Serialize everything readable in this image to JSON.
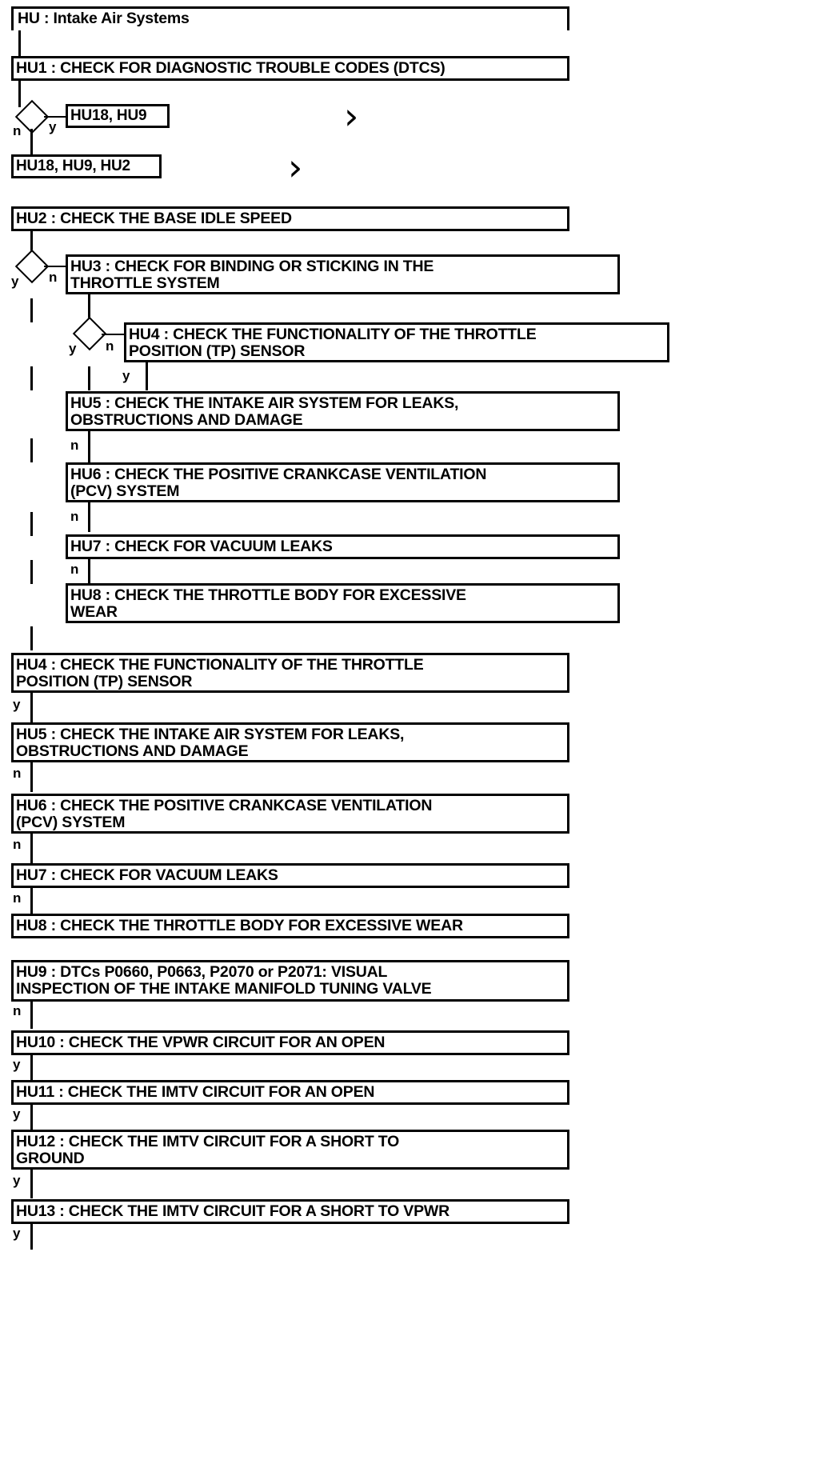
{
  "diagram": {
    "title": "HU : Intake Air Systems",
    "type": "flowchart",
    "nodes": [
      {
        "id": "HU",
        "label": "HU : Intake Air Systems"
      },
      {
        "id": "HU1",
        "label": "HU1 : CHECK FOR DIAGNOSTIC TROUBLE CODES (DTCS)"
      },
      {
        "id": "R1",
        "label": "HU18, HU9"
      },
      {
        "id": "R2",
        "label": "HU18, HU9, HU2"
      },
      {
        "id": "HU2",
        "label": "HU2 : CHECK THE BASE IDLE SPEED"
      },
      {
        "id": "HU3",
        "label": "HU3 : CHECK FOR BINDING OR STICKING IN THE\nTHROTTLE SYSTEM"
      },
      {
        "id": "HU4a",
        "label": "HU4 : CHECK THE FUNCTIONALITY OF THE THROTTLE\nPOSITION (TP) SENSOR"
      },
      {
        "id": "HU5a",
        "label": "HU5 : CHECK THE INTAKE AIR SYSTEM FOR LEAKS,\nOBSTRUCTIONS AND DAMAGE"
      },
      {
        "id": "HU6a",
        "label": "HU6 : CHECK THE POSITIVE CRANKCASE VENTILATION\n(PCV) SYSTEM"
      },
      {
        "id": "HU7a",
        "label": "HU7 : CHECK FOR VACUUM LEAKS"
      },
      {
        "id": "HU8a",
        "label": "HU8 : CHECK THE THROTTLE BODY FOR EXCESSIVE\nWEAR"
      },
      {
        "id": "HU4b",
        "label": "HU4 : CHECK THE FUNCTIONALITY OF THE THROTTLE\nPOSITION (TP) SENSOR"
      },
      {
        "id": "HU5b",
        "label": "HU5 : CHECK THE INTAKE AIR SYSTEM FOR LEAKS,\nOBSTRUCTIONS AND DAMAGE"
      },
      {
        "id": "HU6b",
        "label": "HU6 : CHECK THE POSITIVE CRANKCASE VENTILATION\n(PCV) SYSTEM"
      },
      {
        "id": "HU7b",
        "label": "HU7 : CHECK FOR VACUUM LEAKS"
      },
      {
        "id": "HU8b",
        "label": "HU8 : CHECK THE THROTTLE BODY FOR EXCESSIVE WEAR"
      },
      {
        "id": "HU9",
        "label": "HU9 : DTCs P0660, P0663, P2070 or P2071: VISUAL\nINSPECTION OF THE INTAKE MANIFOLD TUNING VALVE"
      },
      {
        "id": "HU10",
        "label": "HU10 : CHECK THE VPWR CIRCUIT FOR AN OPEN"
      },
      {
        "id": "HU11",
        "label": "HU11 : CHECK THE IMTV CIRCUIT FOR AN OPEN"
      },
      {
        "id": "HU12",
        "label": "HU12 : CHECK THE IMTV CIRCUIT FOR A SHORT TO\nGROUND"
      },
      {
        "id": "HU13",
        "label": "HU13 : CHECK THE IMTV CIRCUIT FOR A SHORT TO VPWR"
      }
    ],
    "edge_labels": {
      "hu1_yes": "y",
      "hu1_no": "n",
      "hu2_yes": "y",
      "hu2_no": "n",
      "hu3_yes": "y",
      "hu3_no": "n",
      "hu4a_yes": "y",
      "hu5a_no": "n",
      "hu6a_no": "n",
      "hu7a_no": "n",
      "hu4b_yes": "y",
      "hu5b_no": "n",
      "hu6b_no": "n",
      "hu7b_no": "n",
      "hu9_no": "n",
      "hu10_yes": "y",
      "hu11_yes": "y",
      "hu12_yes": "y",
      "hu13_yes": "y"
    },
    "chevrons": {
      "one": "›",
      "two": "›",
      "three": "›"
    },
    "colors": {
      "stroke": "#000000",
      "fill": "#ffffff",
      "text": "#000000"
    }
  }
}
